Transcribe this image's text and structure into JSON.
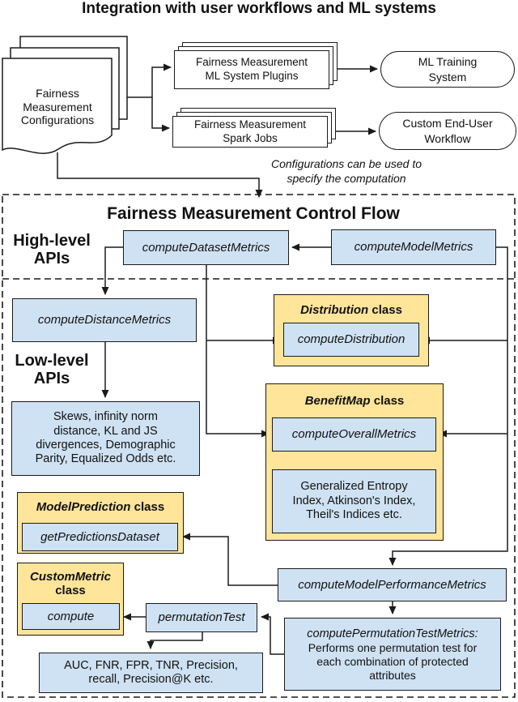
{
  "colors": {
    "blue": "#cfe2f3",
    "yellow": "#ffe599",
    "line": "#1a1a1a",
    "bg": "#ffffff"
  },
  "top": {
    "title": "Integration with user workflows and ML systems",
    "document_label": "Fairness\nMeasurement\nConfigurations",
    "plugins_label": "Fairness Measurement\nML System Plugins",
    "spark_label": "Fairness Measurement\nSpark Jobs",
    "ml_training_label": "ML Training\nSystem",
    "custom_workflow_label": "Custom End-User\nWorkflow",
    "caption": "Configurations can be used to\nspecify the computation"
  },
  "flow": {
    "title": "Fairness Measurement Control Flow",
    "high_level": "High-level\nAPIs",
    "low_level": "Low-level\nAPIs",
    "compute_dataset_metrics": "computeDatasetMetrics",
    "compute_model_metrics": "computeModelMetrics",
    "compute_distance_metrics": "computeDistanceMetrics",
    "distance_detail": "Skews, infinity norm\ndistance, KL and JS\ndivergences, Demographic\nParity, Equalized Odds etc.",
    "distribution_class_em": "Distribution",
    "distribution_class_rest": " class",
    "compute_distribution": "computeDistribution",
    "benefitmap_class_em": "BenefitMap",
    "benefitmap_class_rest": " class",
    "compute_overall_metrics": "computeOverallMetrics",
    "benefit_detail": "Generalized Entropy\nIndex, Atkinson's Index,\nTheil's Indices etc.",
    "modelprediction_class_em": "ModelPrediction",
    "modelprediction_class_rest": " class",
    "get_predictions_dataset": "getPredictionsDataset",
    "custommetric_class_em": "CustomMetric",
    "custommetric_class_rest": "\nclass",
    "compute_method": "compute",
    "permutation_test": "permutationTest",
    "compute_model_performance_metrics": "computeModelPerformanceMetrics",
    "permutation_metrics_em": "computePermutationTestMetrics:",
    "permutation_metrics_rest": "\nPerforms one permutation test for\neach combination of protected\nattributes",
    "performance_detail": "AUC, FNR, FPR, TNR, Precision,\nrecall, Precision@K etc."
  }
}
